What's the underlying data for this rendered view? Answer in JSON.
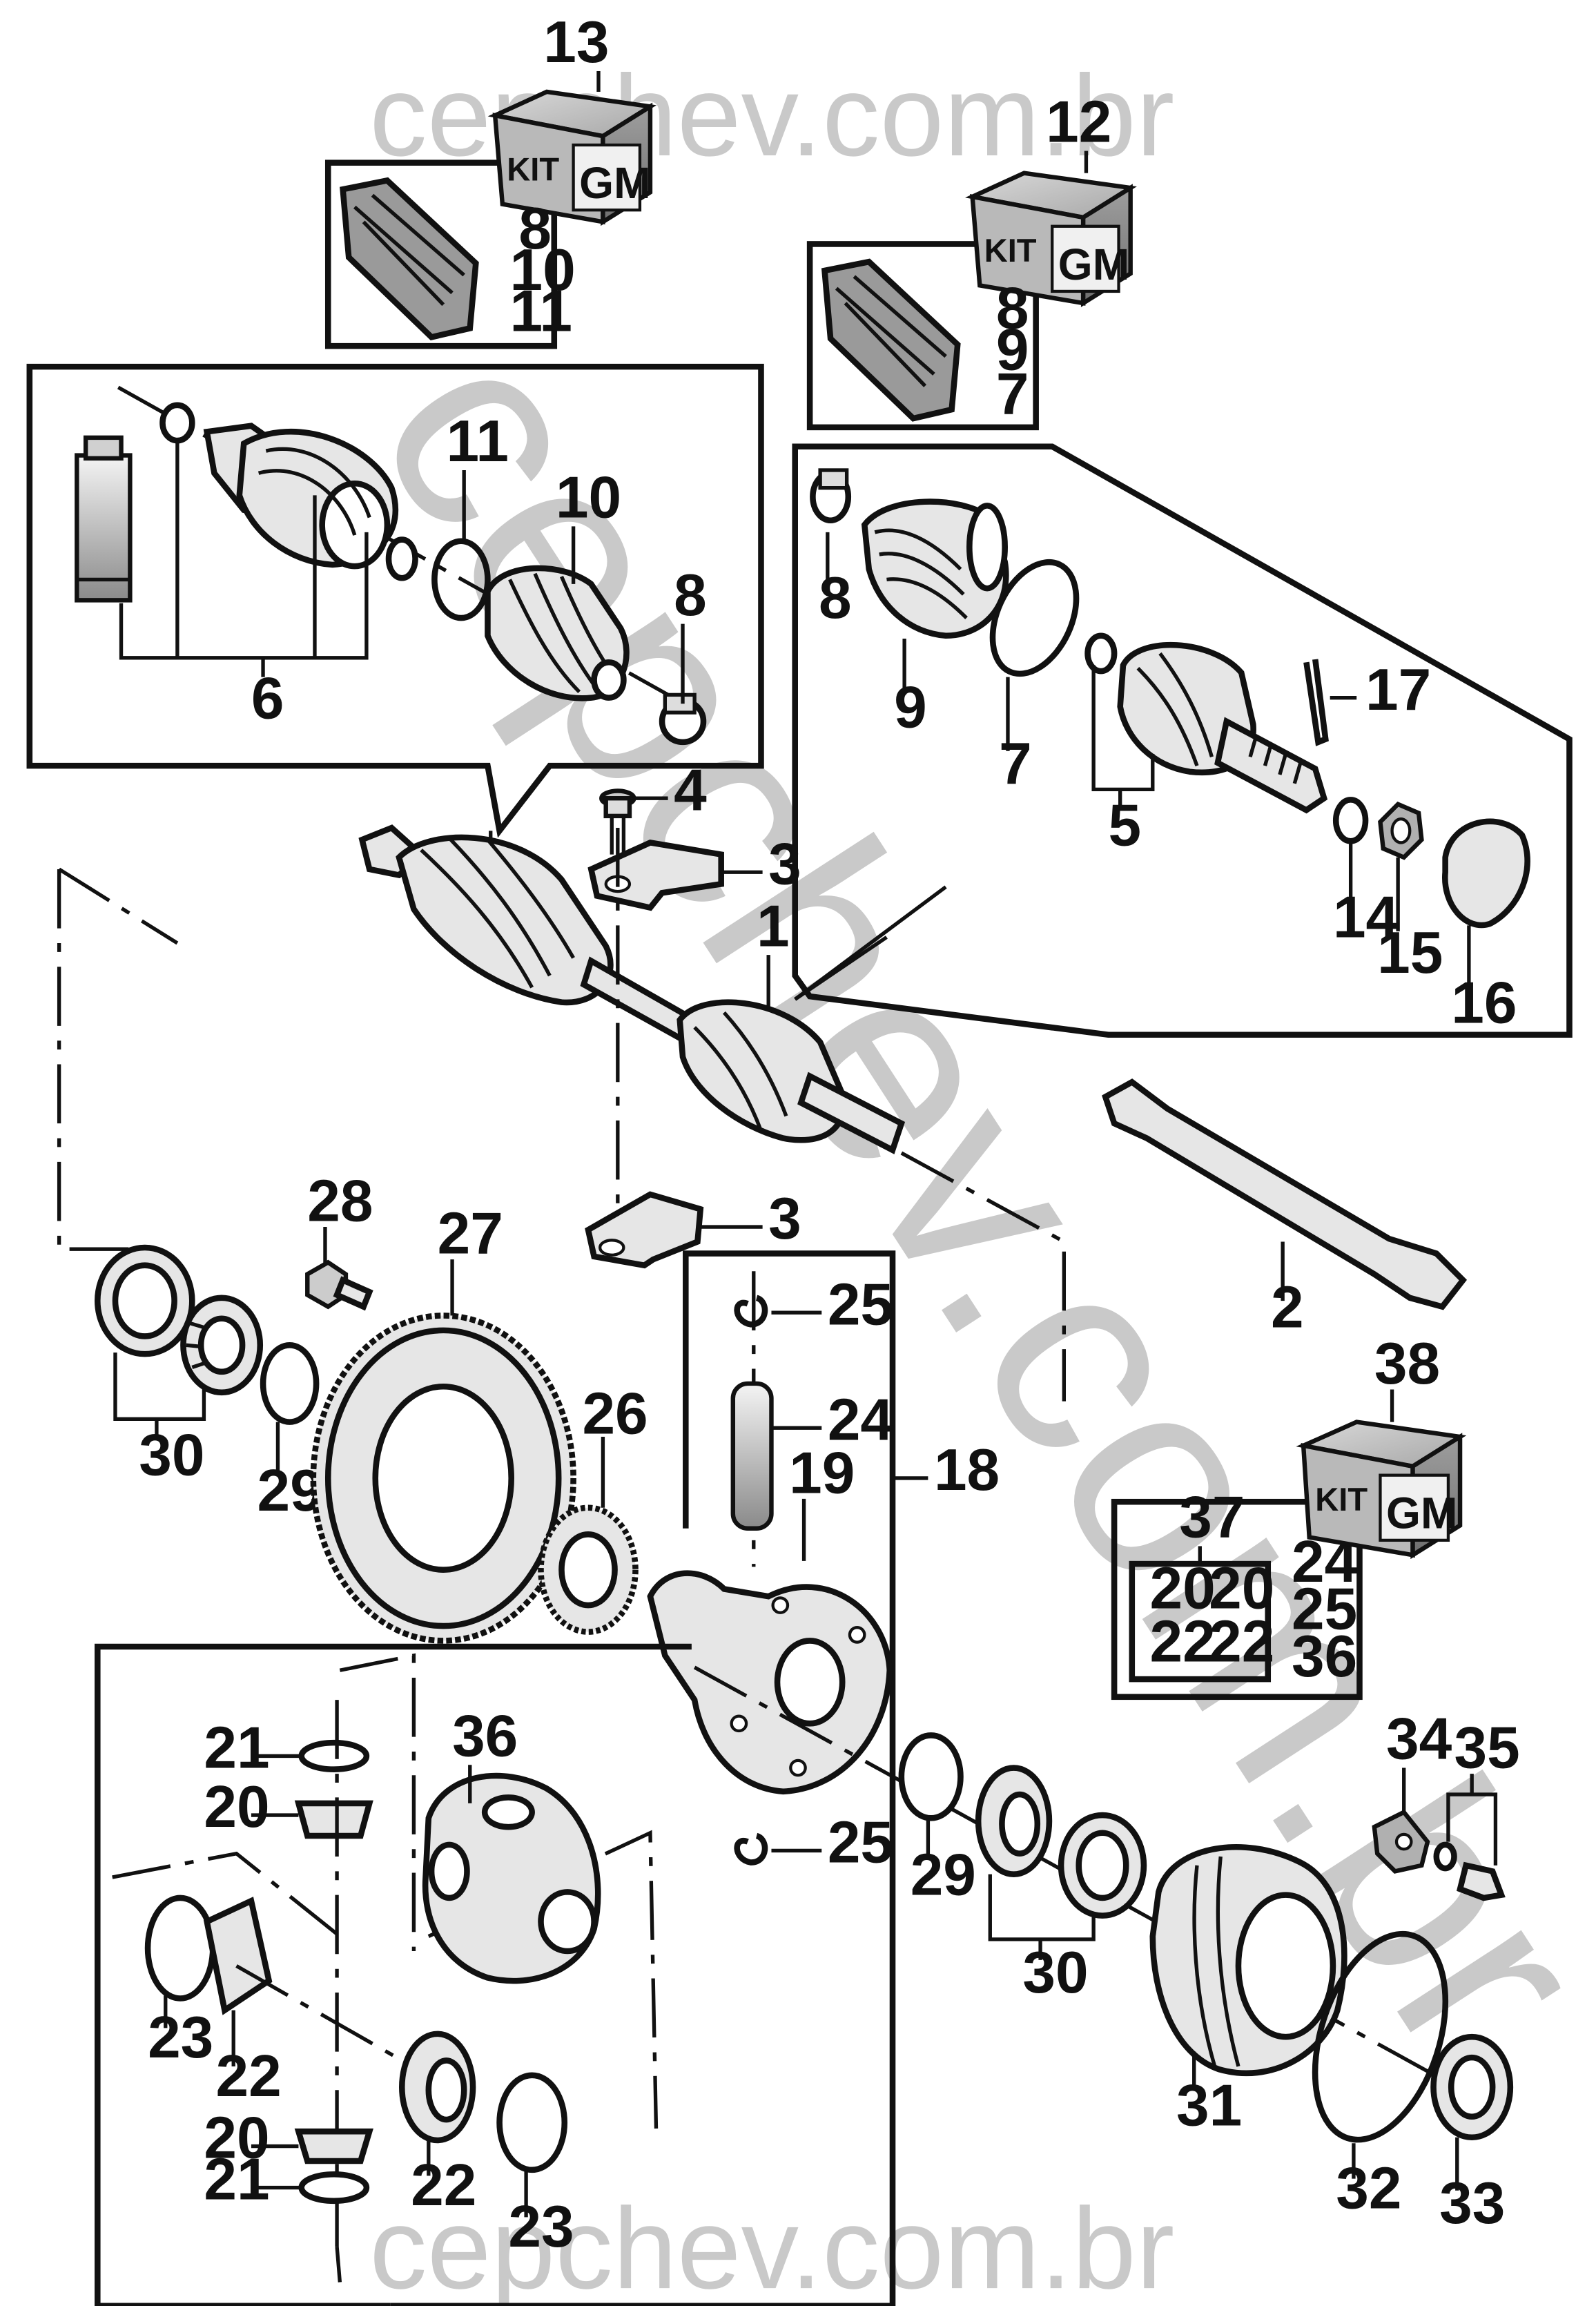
{
  "watermark": {
    "text": "cepchev.com.br",
    "color": "#c9c9c9"
  },
  "kits": {
    "kit13": {
      "number": "13",
      "logo_text": "GM",
      "contents": [
        "8",
        "10",
        "11"
      ]
    },
    "kit12": {
      "number": "12",
      "logo_text": "GM",
      "contents": [
        "8",
        "9",
        "7"
      ]
    },
    "kit38": {
      "number": "38",
      "logo_text": "GM",
      "sub_kit_number": "37",
      "sub_kit_contents": [
        "20",
        "20",
        "22",
        "22"
      ],
      "contents": [
        "24",
        "25",
        "36"
      ]
    }
  },
  "callouts": {
    "c1": "1",
    "c2": "2",
    "c3a": "3",
    "c3b": "3",
    "c4": "4",
    "c5": "5",
    "c6": "6",
    "c7": "7",
    "c8a": "8",
    "c8b": "8",
    "c9": "9",
    "c10": "10",
    "c11": "11",
    "c14": "14",
    "c15": "15",
    "c16": "16",
    "c17": "17",
    "c18": "18",
    "c19": "19",
    "c20a": "20",
    "c20b": "20",
    "c21a": "21",
    "c21b": "21",
    "c22a": "22",
    "c22b": "22",
    "c23a": "23",
    "c23b": "23",
    "c24": "24",
    "c25a": "25",
    "c25b": "25",
    "c26": "26",
    "c27": "27",
    "c28": "28",
    "c29a": "29",
    "c29b": "29",
    "c30a": "30",
    "c30b": "30",
    "c31": "31",
    "c32": "32",
    "c33": "33",
    "c34": "34",
    "c35": "35",
    "c36": "36"
  }
}
